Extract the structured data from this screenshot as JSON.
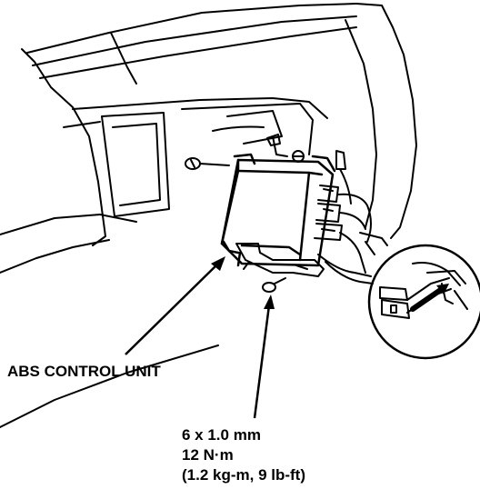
{
  "callouts": {
    "unit_label": "ABS CONTROL UNIT",
    "bolt_size": "6 x 1.0 mm",
    "torque_nm": "12 N·m",
    "torque_alt": "(1.2 kg-m, 9 lb-ft)"
  },
  "colors": {
    "ink": "#000000",
    "paper": "#ffffff"
  }
}
